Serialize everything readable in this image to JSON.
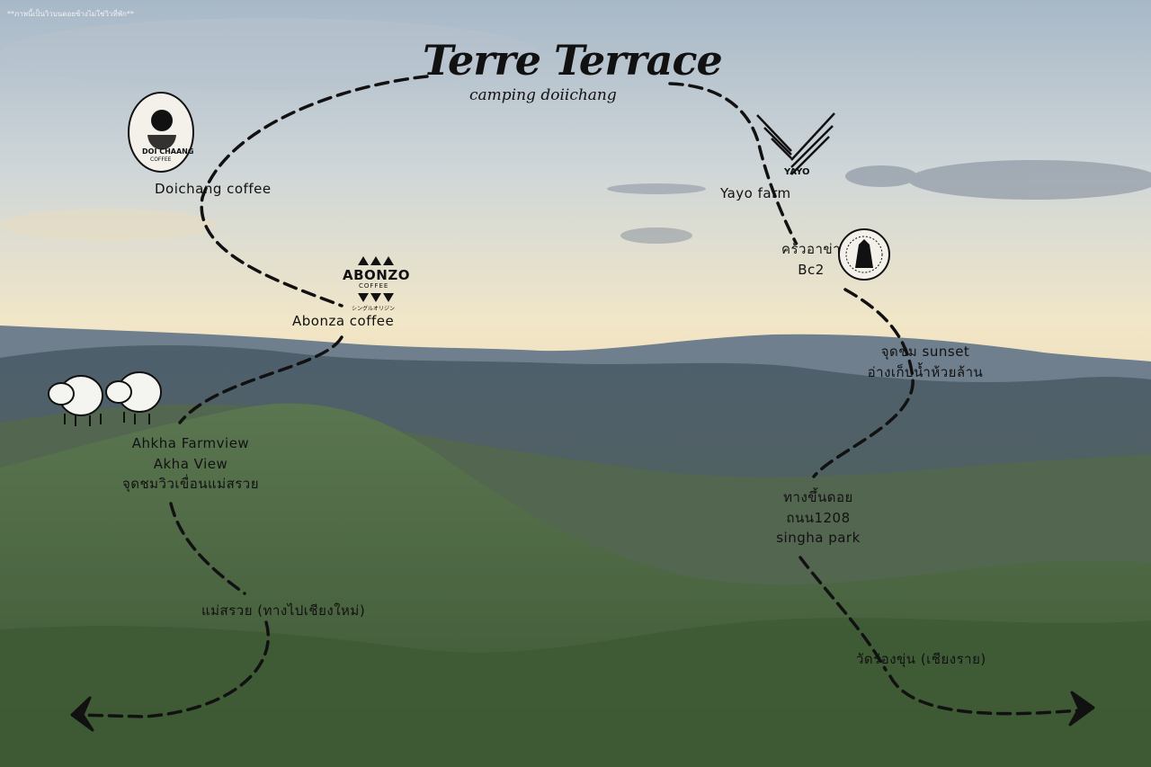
{
  "header": {
    "note": "**ภาพนี้เป็นวิวบนดอยช้างไม่ใช่วิวที่พัก**",
    "title": "Terre Terrace",
    "subtitle": "camping doiichang"
  },
  "places": {
    "doichang": {
      "logo_line1": "DOI CHAANG",
      "logo_line2": "COFFEE",
      "label": "Doichang coffee"
    },
    "yayo": {
      "logo_text": "YAYO",
      "label": "Yayo farm"
    },
    "akha_kitchen": {
      "label_line1": "ครัวอาข่า",
      "label_line2": "Bc2"
    },
    "abonzo": {
      "logo_text": "ABONZO",
      "logo_sub": "COFFEE",
      "logo_jp": "シングルオリジン",
      "label": "Abonza coffee"
    },
    "sunset": {
      "line1": "จุดชม sunset",
      "line2": "อ่างเก็บน้ำห้วยล้าน"
    },
    "ahkha_farmview": {
      "line1": "Ahkha Farmview",
      "line2": "Akha View",
      "line3": "จุดชมวิวเขื่อนแม่สรวย"
    },
    "road": {
      "line1": "ทางขึ้นดอย",
      "line2": "ถนน1208",
      "line3": "singha park"
    },
    "mae_suai": {
      "label": "แม่สรวย (ทางไปเชียงใหม่)"
    },
    "wat_rong_khun": {
      "label": "วัดร่องขุ่น   (เชียงราย)"
    }
  },
  "colors": {
    "route": "#111111",
    "sky_top": "#a9bccb",
    "sky_glow": "#f4ead0",
    "hills_far": "#5d6f7c",
    "hills_near": "#4f6b45"
  }
}
